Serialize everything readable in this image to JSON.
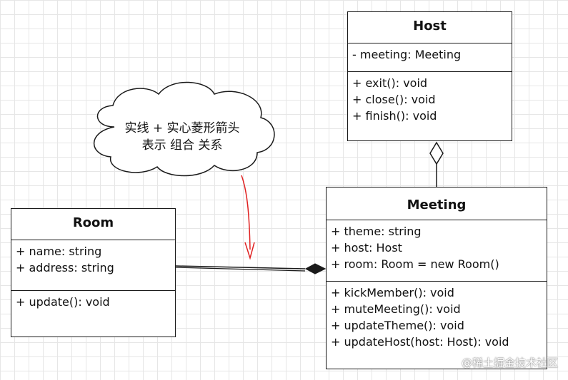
{
  "note": {
    "lines": [
      "实线 + 实心菱形箭头",
      "表示 组合 关系"
    ]
  },
  "classes": {
    "host": {
      "name": "Host",
      "attributes": [
        "- meeting: Meeting"
      ],
      "methods": [
        "+ exit(): void",
        "+ close(): void",
        "+ finish(): void"
      ]
    },
    "meeting": {
      "name": "Meeting",
      "attributes": [
        "+ theme: string",
        "+ host: Host",
        "+ room: Room = new Room()"
      ],
      "methods": [
        "+ kickMember(): void",
        "+ muteMeeting(): void",
        "+ updateTheme(): void",
        "+ updateHost(host: Host): void"
      ]
    },
    "room": {
      "name": "Room",
      "attributes": [
        "+ name: string",
        "+ address: string"
      ],
      "methods": [
        "+ update(): void"
      ]
    }
  },
  "watermark": "@稀土掘金技术社区",
  "colors": {
    "line": "#1a1a1a",
    "note_arrow": "#e02020",
    "grid": "#e6e6e6"
  }
}
